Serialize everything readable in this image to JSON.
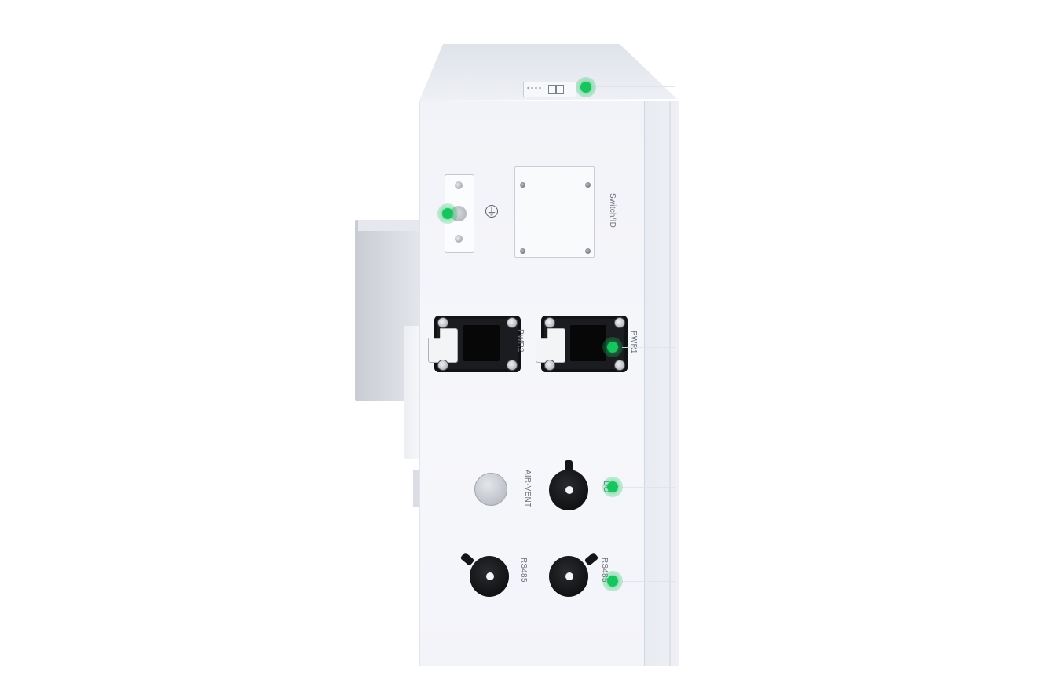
{
  "labels": {
    "switch_id": "Switch/ID",
    "pwr1": "PWR1",
    "pwr2": "PWR2",
    "air_vent": "AIR-VENT",
    "do": "DO",
    "rs485_left": "RS485",
    "rs485_right": "RS485",
    "ground_symbol": "⏚"
  },
  "colors": {
    "hotspot": "#19c45f",
    "enclosure": "#f3f4f9",
    "connector": "#111214"
  },
  "icons": {
    "hotspot": "green-dot-icon",
    "ground": "ground-icon",
    "screw": "screw-icon"
  }
}
